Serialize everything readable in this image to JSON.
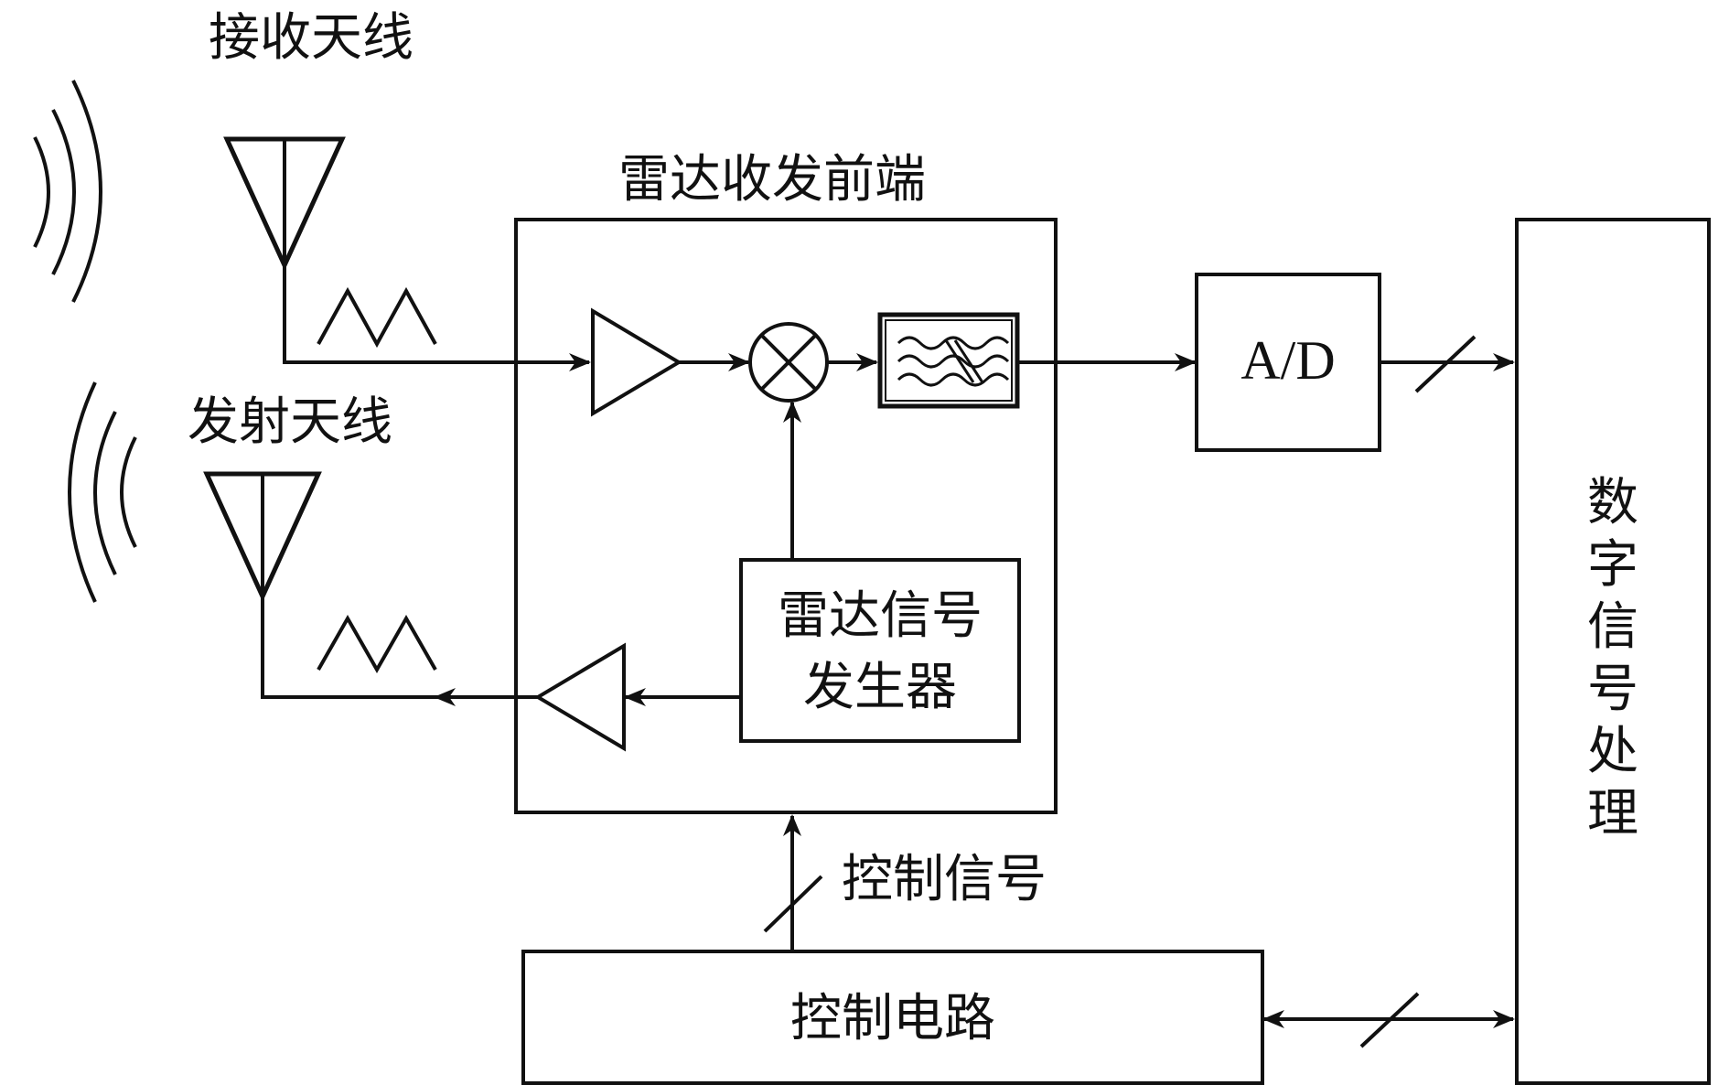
{
  "labels": {
    "rx_antenna": "接收天线",
    "tx_antenna": "发射天线",
    "frontend": "雷达收发前端",
    "signal_gen_line1": "雷达信号",
    "signal_gen_line2": "发生器",
    "adc": "A/D",
    "dsp": "数字信号处理",
    "control_signal": "控制信号",
    "control_circuit": "控制电路"
  },
  "colors": {
    "stroke": "#111111",
    "background": "#ffffff"
  }
}
